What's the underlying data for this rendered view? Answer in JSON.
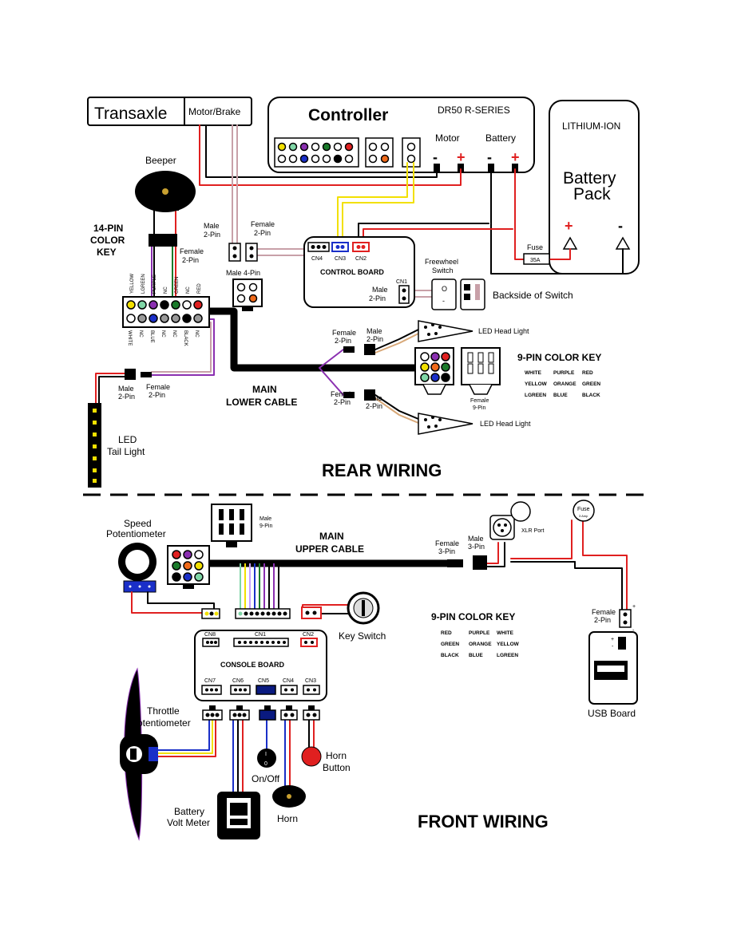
{
  "rear": {
    "section_title": "REAR WIRING",
    "transaxle_label": "Transaxle",
    "motor_brake_label": "Motor/Brake",
    "controller_label": "Controller",
    "controller_model": "DR50 R-SERIES",
    "motor_label": "Motor",
    "battery_label": "Battery",
    "motor_neg": "-",
    "motor_pos": "+",
    "battery_neg": "-",
    "battery_pos": "+",
    "battery_pack_type": "LITHIUM-ION",
    "battery_pack_line1": "Battery",
    "battery_pack_line2": "Pack",
    "pack_pos": "+",
    "pack_neg": "-",
    "fuse_label": "Fuse",
    "fuse_value": "35A",
    "beeper_label": "Beeper",
    "color_key14_line1": "14-PIN",
    "color_key14_line2": "COLOR",
    "color_key14_line3": "KEY",
    "male_2pin_a_line1": "Male",
    "male_2pin_a_line2": "2-Pin",
    "female_2pin_a_line1": "Female",
    "female_2pin_a_line2": "2-Pin",
    "female_2pin_b_line1": "Female",
    "female_2pin_b_line2": "2-Pin",
    "male_4pin_label": "Male 4-Pin",
    "cn4_label": "CN4",
    "cn3_label": "CN3",
    "cn2_label": "CN2",
    "cn1_label": "CN1",
    "control_board_label": "CONTROL BOARD",
    "male_2pin_cn1_line1": "Male",
    "male_2pin_cn1_line2": "2-Pin",
    "freewheel_line1": "Freewheel",
    "freewheel_line2": "Switch",
    "switch_o": "O",
    "switch_dash": "-",
    "backside_label": "Backside of Switch",
    "pin14_top_labels": [
      "YELLOW",
      "LGREEN",
      "PURPLE",
      "NC",
      "GREEN",
      "NC",
      "RED"
    ],
    "pin14_bottom_labels": [
      "WHITE",
      "NC",
      "BLUE",
      "NC",
      "NC",
      "BLACK",
      "NC"
    ],
    "female_head1_line1": "Female",
    "female_head1_line2": "2-Pin",
    "male_head1_line1": "Male",
    "male_head1_line2": "2-Pin",
    "led_head_light_1": "LED Head Light",
    "led_head_light_2": "LED Head Light",
    "key9_title": "9-PIN COLOR KEY",
    "key9_rows": [
      [
        "WHITE",
        "PURPLE",
        "RED"
      ],
      [
        "YELLOW",
        "ORANGE",
        "GREEN"
      ],
      [
        "LGREEN",
        "BLUE",
        "BLACK"
      ]
    ],
    "female_9pin_line1": "Female",
    "female_9pin_line2": "9-Pin",
    "main_lower_line1": "MAIN",
    "main_lower_line2": "LOWER CABLE",
    "female_head2_line1": "Female",
    "female_head2_line2": "2-Pin",
    "male_head2_line1": "Male",
    "male_head2_line2": "2-Pin",
    "male_tail_line1": "Male",
    "male_tail_line2": "2-Pin",
    "female_tail_line1": "Female",
    "female_tail_line2": "2-Pin",
    "tail_light_line1": "LED",
    "tail_light_line2": "Tail Light"
  },
  "front": {
    "section_title": "FRONT WIRING",
    "speed_pot_line1": "Speed",
    "speed_pot_line2": "Potentiometer",
    "male_9pin_line1": "Male",
    "male_9pin_line2": "9-Pin",
    "main_upper_line1": "MAIN",
    "main_upper_line2": "UPPER CABLE",
    "female_3pin_line1": "Female",
    "female_3pin_line2": "3-Pin",
    "male_3pin_line1": "Male",
    "male_3pin_line2": "3-Pin",
    "xlr_label": "XLR Port",
    "fuse_label": "Fuse",
    "fuse_value": "3 Amp",
    "key_switch_label": "Key Switch",
    "key9_title": "9-PIN COLOR KEY",
    "key9_rows": [
      [
        "RED",
        "PURPLE",
        "WHITE"
      ],
      [
        "GREEN",
        "ORANGE",
        "YELLOW"
      ],
      [
        "BLACK",
        "BLUE",
        "LGREEN"
      ]
    ],
    "female_2pin_usb_line1": "Female",
    "female_2pin_usb_line2": "2-Pin",
    "usb_pos": "+",
    "usb_neg": "-",
    "usb_board_label": "USB Board",
    "cn8_label": "CN8",
    "cn1_label": "CN1",
    "cn2_label": "CN2",
    "console_board_label": "CONSOLE BOARD",
    "cn7_label": "CN7",
    "cn6_label": "CN6",
    "cn5_label": "CN5",
    "cn4_label": "CN4",
    "cn3_label": "CN3",
    "throttle_line1": "Throttle",
    "throttle_line2": "Potentiometer",
    "onoff_label": "On/Off",
    "switch_i": "I",
    "switch_0": "0",
    "horn_button_line1": "Horn",
    "horn_button_line2": "Button",
    "horn_label": "Horn",
    "volt_meter_line1": "Battery",
    "volt_meter_line2": "Volt Meter"
  },
  "colors": {
    "red": "#e02020",
    "yellow": "#f2e000",
    "green": "#1a7a2a",
    "lgreen": "#7fd6a6",
    "purple": "#8a2fb0",
    "blue": "#1a2fc8",
    "orange": "#f06a1a",
    "pink_wire": "#c8a0a8",
    "tan_wire": "#d8a878"
  }
}
